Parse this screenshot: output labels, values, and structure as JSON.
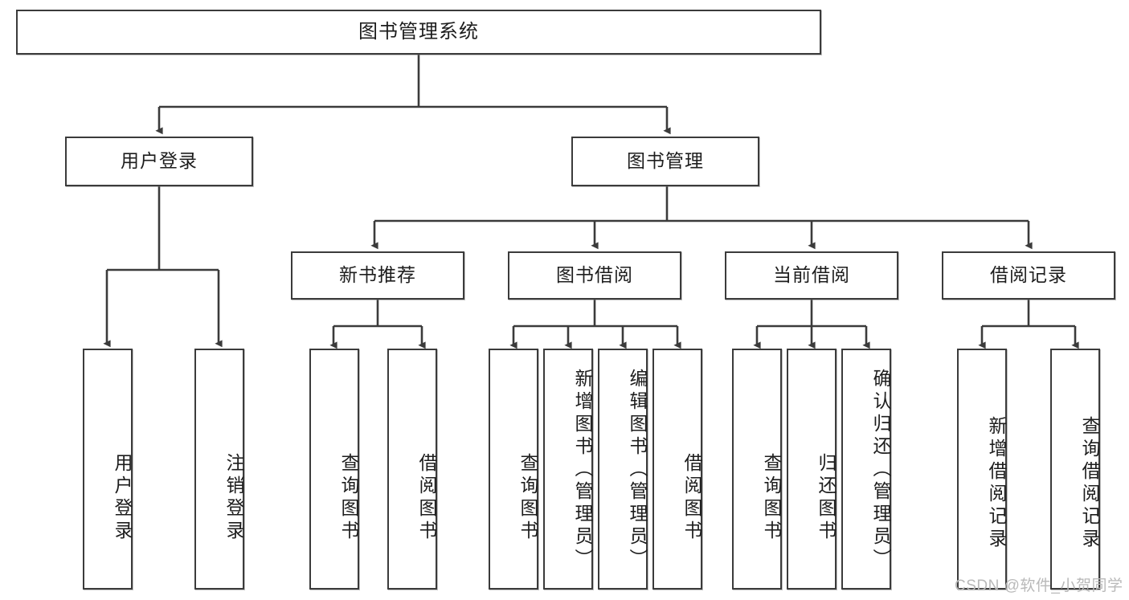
{
  "diagram": {
    "title": "图书管理系统",
    "root": {
      "label": "图书管理系统"
    },
    "level2": [
      {
        "label": "用户登录"
      },
      {
        "label": "图书管理"
      }
    ],
    "level3": [
      {
        "label": "新书推荐"
      },
      {
        "label": "图书借阅"
      },
      {
        "label": "当前借阅"
      },
      {
        "label": "借阅记录"
      }
    ],
    "leaves": {
      "user_login": [
        {
          "label": "用户登录"
        },
        {
          "label": "注销登录"
        }
      ],
      "new_book_recommend": [
        {
          "label": "查询图书"
        },
        {
          "label": "借阅图书"
        }
      ],
      "book_borrow": [
        {
          "label": "查询图书"
        },
        {
          "label": "新增图书（管理员）"
        },
        {
          "label": "编辑图书（管理员）"
        },
        {
          "label": "借阅图书"
        }
      ],
      "current_borrow": [
        {
          "label": "查询图书"
        },
        {
          "label": "归还图书"
        },
        {
          "label": "确认归还（管理员）"
        }
      ],
      "borrow_record": [
        {
          "label": "新增借阅记录"
        },
        {
          "label": "查询借阅记录"
        }
      ]
    }
  },
  "watermark": {
    "text": "CSDN @软件_小贺同学"
  },
  "colors": {
    "stroke": "#3b3b3b",
    "box_fill": "#ffffff",
    "text": "#1d1d1d",
    "watermark": "#b9b9b9"
  }
}
